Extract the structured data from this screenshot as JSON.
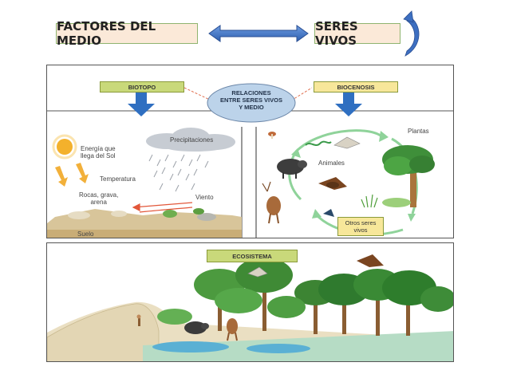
{
  "header": {
    "left_label": "FACTORES DEL MEDIO",
    "right_label": "SERES VIVOS"
  },
  "top_panel": {
    "biotopo": "BIOTOPO",
    "biocenosis": "BIOCENOSIS",
    "center_line1": "RELACIONES",
    "center_line2": "ENTRE SERES VIVOS",
    "center_line3": "Y MEDIO"
  },
  "biotopo_panel": {
    "energia_line1": "Energía que",
    "energia_line2": "llega del Sol",
    "precipitaciones": "Precipitaciones",
    "temperatura": "Temperatura",
    "rocas_line1": "Rocas, grava,",
    "rocas_line2": "arena",
    "viento": "Viento",
    "suelo": "Suelo"
  },
  "biocenosis_panel": {
    "plantas": "Plantas",
    "animales": "Animales",
    "otros_line1": "Otros seres",
    "otros_line2": "vivos"
  },
  "ecosistema_panel": {
    "label": "ECOSISTEMA"
  },
  "colors": {
    "label_yellow": "#f7e79a",
    "label_green": "#c9d97a",
    "arrow_blue": "#2f6fc1",
    "header_fill": "#fbe9d8",
    "header_border": "#8fb46f",
    "cycle_green": "#8fd39a"
  }
}
